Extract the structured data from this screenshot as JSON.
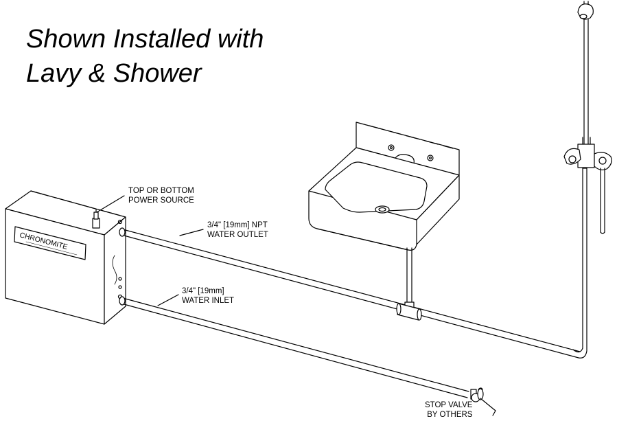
{
  "title": {
    "line1": "Shown Installed with",
    "line2": "Lavy & Shower"
  },
  "labels": {
    "power_line1": "TOP OR BOTTOM",
    "power_line2": "POWER SOURCE",
    "outlet_line1": "3/4\" [19mm] NPT",
    "outlet_line2": "WATER OUTLET",
    "inlet_line1": "3/4\" [19mm]",
    "inlet_line2": "WATER INLET",
    "valve_line1": "STOP VALVE",
    "valve_line2": "BY OTHERS"
  },
  "device": {
    "brand": "CHRONOMITE"
  }
}
